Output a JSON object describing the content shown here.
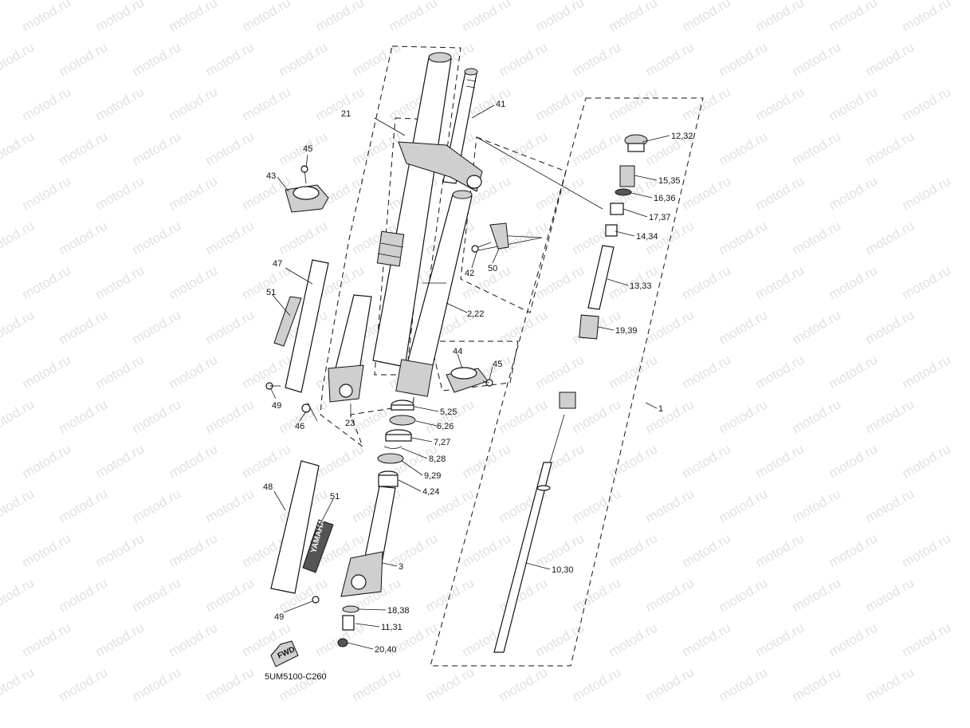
{
  "watermark": "motod.ru",
  "diagram_code": "5UM5100-C260",
  "fwd_label": "FWD",
  "decal_text": "YAMAHA",
  "callouts": {
    "c1": "1",
    "c3": "3",
    "c2_22": "2,22",
    "c4_24": "4,24",
    "c5_25": "5,25",
    "c6_26": "6,26",
    "c7_27": "7,27",
    "c8_28": "8,28",
    "c9_29": "9,29",
    "c10_30": "10,30",
    "c11_31": "11,31",
    "c12_32": "12,32",
    "c13_33": "13,33",
    "c14_34": "14,34",
    "c15_35": "15,35",
    "c16_36": "16,36",
    "c17_37": "17,37",
    "c18_38": "18,38",
    "c19_39": "19,39",
    "c20_40": "20,40",
    "c21": "21",
    "c23": "23",
    "c41": "41",
    "c42": "42",
    "c43": "43",
    "c44": "44",
    "c45a": "45",
    "c45b": "45",
    "c46": "46",
    "c47": "47",
    "c48": "48",
    "c49a": "49",
    "c49b": "49",
    "c50": "50",
    "c51a": "51",
    "c51b": "51"
  }
}
